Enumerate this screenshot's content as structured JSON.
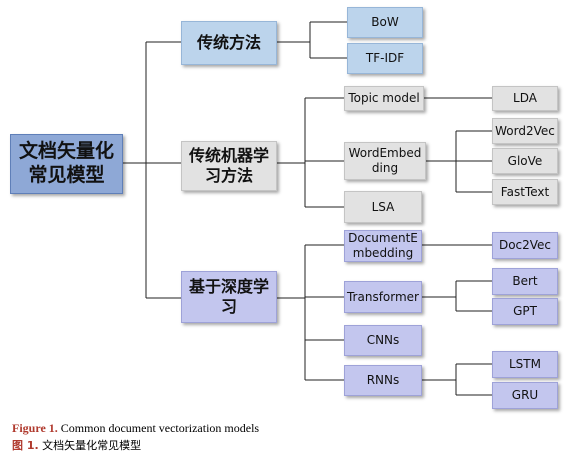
{
  "root": "文档矢量化常见模型",
  "branches": {
    "traditional": {
      "label": "传统方法",
      "children": [
        "BoW",
        "TF-IDF"
      ]
    },
    "ml": {
      "label": "传统机器学习方法",
      "topic_model": "Topic model",
      "lda": "LDA",
      "word_embedding": "WordEmbedding",
      "word_embedding_children": [
        "Word2Vec",
        "GloVe",
        "FastText"
      ],
      "lsa": "LSA"
    },
    "deep": {
      "label": "基于深度学习",
      "doc_embedding": "DocumentEmbedding",
      "doc2vec": "Doc2Vec",
      "transformer": "Transformer",
      "transformer_children": [
        "Bert",
        "GPT"
      ],
      "cnns": "CNNs",
      "rnns": "RNNs",
      "rnns_children": [
        "LSTM",
        "GRU"
      ]
    }
  },
  "caption": {
    "en_label": "Figure 1.",
    "en_text": " Common document vectorization models",
    "zh_label": "图 1.",
    "zh_text": " 文档矢量化常见模型"
  },
  "colors": {
    "root": "#8ea8d6",
    "traditional": "#bcd4ec",
    "ml": "#e2e2e2",
    "deep": "#c3c6ee",
    "caption_label": "#b03a2e"
  }
}
